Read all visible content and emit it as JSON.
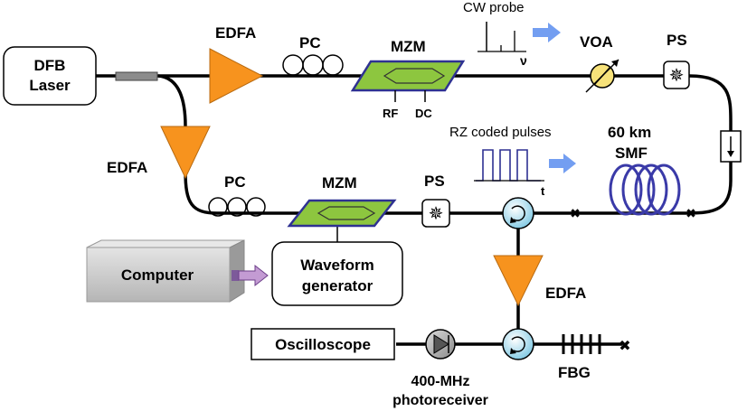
{
  "labels": {
    "dfb_laser_line1": "DFB",
    "dfb_laser_line2": "Laser",
    "edfa_top": "EDFA",
    "edfa_left": "EDFA",
    "edfa_bottom": "EDFA",
    "pc_top": "PC",
    "pc_bottom": "PC",
    "mzm_top": "MZM",
    "mzm_bottom": "MZM",
    "rf_port": "RF",
    "dc_port": "DC",
    "cw_probe": "CW probe",
    "nu_axis": "ν",
    "voa": "VOA",
    "ps_top": "PS",
    "ps_mid": "PS",
    "rz_pulses": "RZ coded pulses",
    "t_axis": "t",
    "smf_line1": "60 km",
    "smf_line2": "SMF",
    "computer": "Computer",
    "waveform_line1": "Waveform",
    "waveform_line2": "generator",
    "oscilloscope": "Oscilloscope",
    "photoreceiver_line1": "400-MHz",
    "photoreceiver_line2": "photoreceiver",
    "fbg": "FBG"
  },
  "colors": {
    "edfa_fill": "#F7931E",
    "mzm_fill": "#8DC63F",
    "mzm_border": "#2E3192",
    "coil": "#3A3AA8",
    "arrow_blue": "#5B8DEF",
    "circulator": "#7EC8E3",
    "computer_face": "#C8C8C8",
    "connector_arrow": "#C39BD3"
  }
}
